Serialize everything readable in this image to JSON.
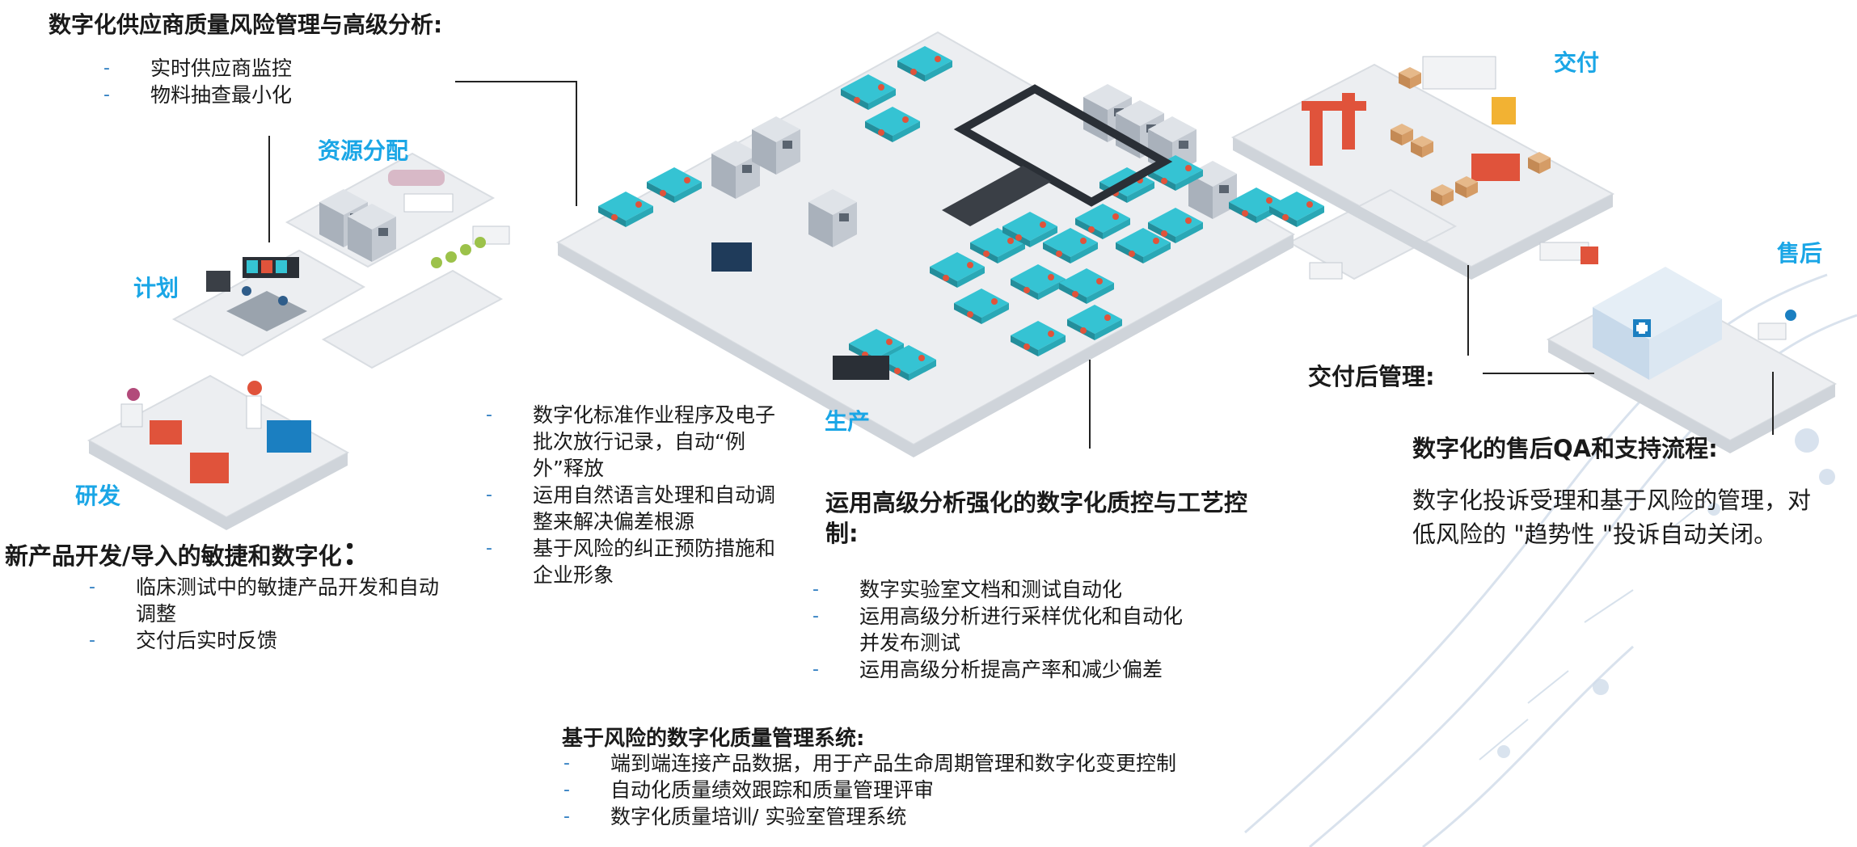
{
  "stages": {
    "research": "研发",
    "plan": "计划",
    "resources": "资源分配",
    "production": "生产",
    "delivery": "交付",
    "aftersales": "售后"
  },
  "supplier": {
    "heading": "数字化供应商质量风险管理与高级分析:",
    "items": [
      "实时供应商监控",
      "物料抽查最小化"
    ]
  },
  "npd": {
    "heading": "新产品开发/导入的敏捷和数字化",
    "colon": "：",
    "items": [
      "临床测试中的敏捷产品开发和自动调整",
      "交付后实时反馈"
    ]
  },
  "ebr": {
    "items": [
      "数字化标准作业程序及电子批次放行记录，自动“例外”释放",
      "运用自然语言处理和自动调整来解决偏差根源",
      "基于风险的纠正预防措施和企业形象"
    ]
  },
  "qc": {
    "heading": "运用高级分析强化的数字化质控与工艺控制:",
    "items": [
      "数字实验室文档和测试自动化",
      "运用高级分析进行采样优化和自动化并发布测试",
      "运用高级分析提高产率和减少偏差"
    ]
  },
  "post_delivery": {
    "heading": "交付后管理:"
  },
  "aftersales_qa": {
    "heading": "数字化的售后QA和支持流程:",
    "text": "数字化投诉受理和基于风险的管理，对低风险的 \"趋势性 \"投诉自动关闭。"
  },
  "qms": {
    "heading": "基于风险的数字化质量管理系统:",
    "items": [
      "端到端连接产品数据，用于产品生命周期管理和数字化变更控制",
      "自动化质量绩效跟踪和质量管理评审",
      "数字化质量培训/ 实验室管理系统"
    ]
  },
  "colors": {
    "accent_blue": "#1aa6e6",
    "bullet_blue": "#2f7ec1",
    "floor": "#e9ecef",
    "teal_desk": "#35c3d3",
    "red_machine": "#e0533b"
  }
}
